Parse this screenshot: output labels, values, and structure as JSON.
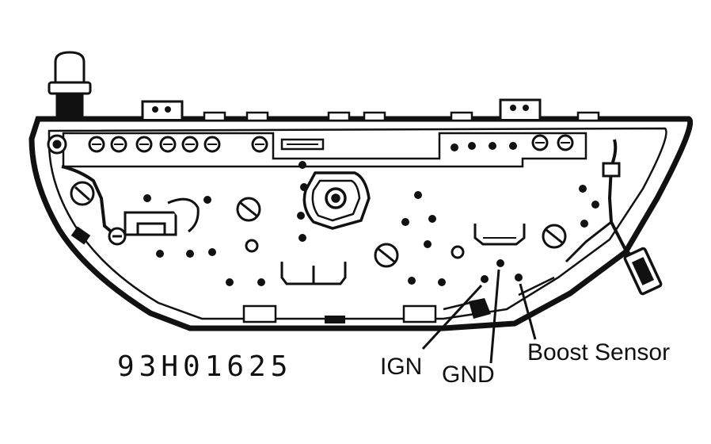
{
  "figure_code": "93H01625",
  "labels": {
    "ign": "IGN",
    "gnd": "GND",
    "boost": "Boost Sensor"
  },
  "colors": {
    "ink": "#111111",
    "paper": "#ffffff"
  }
}
